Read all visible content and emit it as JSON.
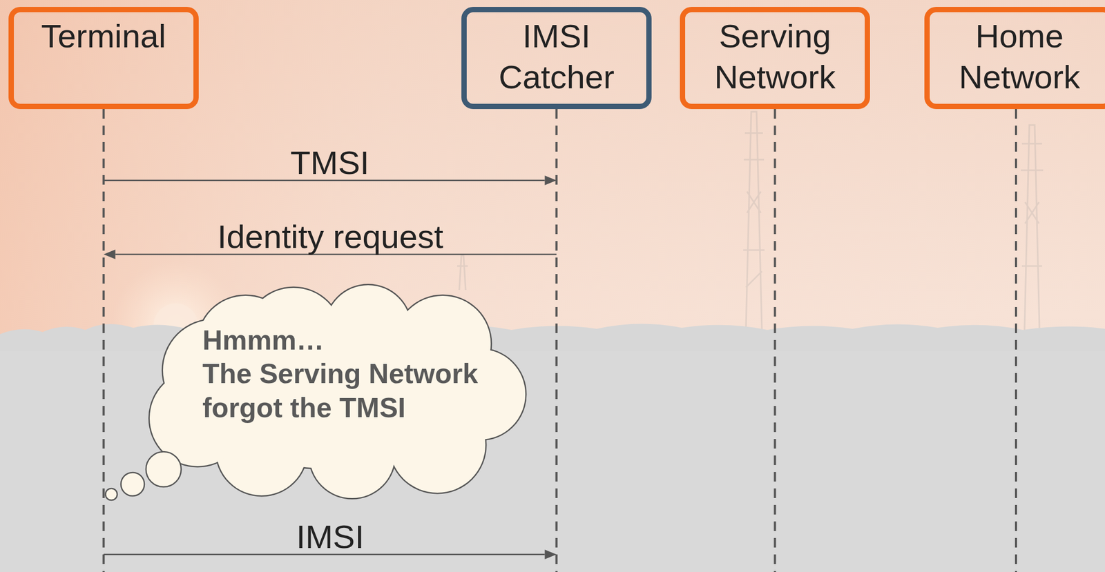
{
  "diagram": {
    "nodes": [
      {
        "text": [
          "Terminal"
        ]
      },
      {
        "text": [
          "IMSI Catcher"
        ]
      },
      {
        "text": [
          "Serving Network"
        ]
      },
      {
        "text": [
          "Home Network"
        ]
      },
      {
        "text": [
          "Hmmm…",
          "The Serving Network forgot the TMSI"
        ]
      }
    ],
    "edges": [
      {
        "from": 0,
        "to": 1,
        "label": "TMSI",
        "arrow": "to"
      },
      {
        "from": 1,
        "to": 0,
        "label": "Identity request",
        "arrow": "to"
      },
      {
        "from": 0,
        "to": 1,
        "label": "IMSI",
        "arrow": "to"
      }
    ]
  }
}
